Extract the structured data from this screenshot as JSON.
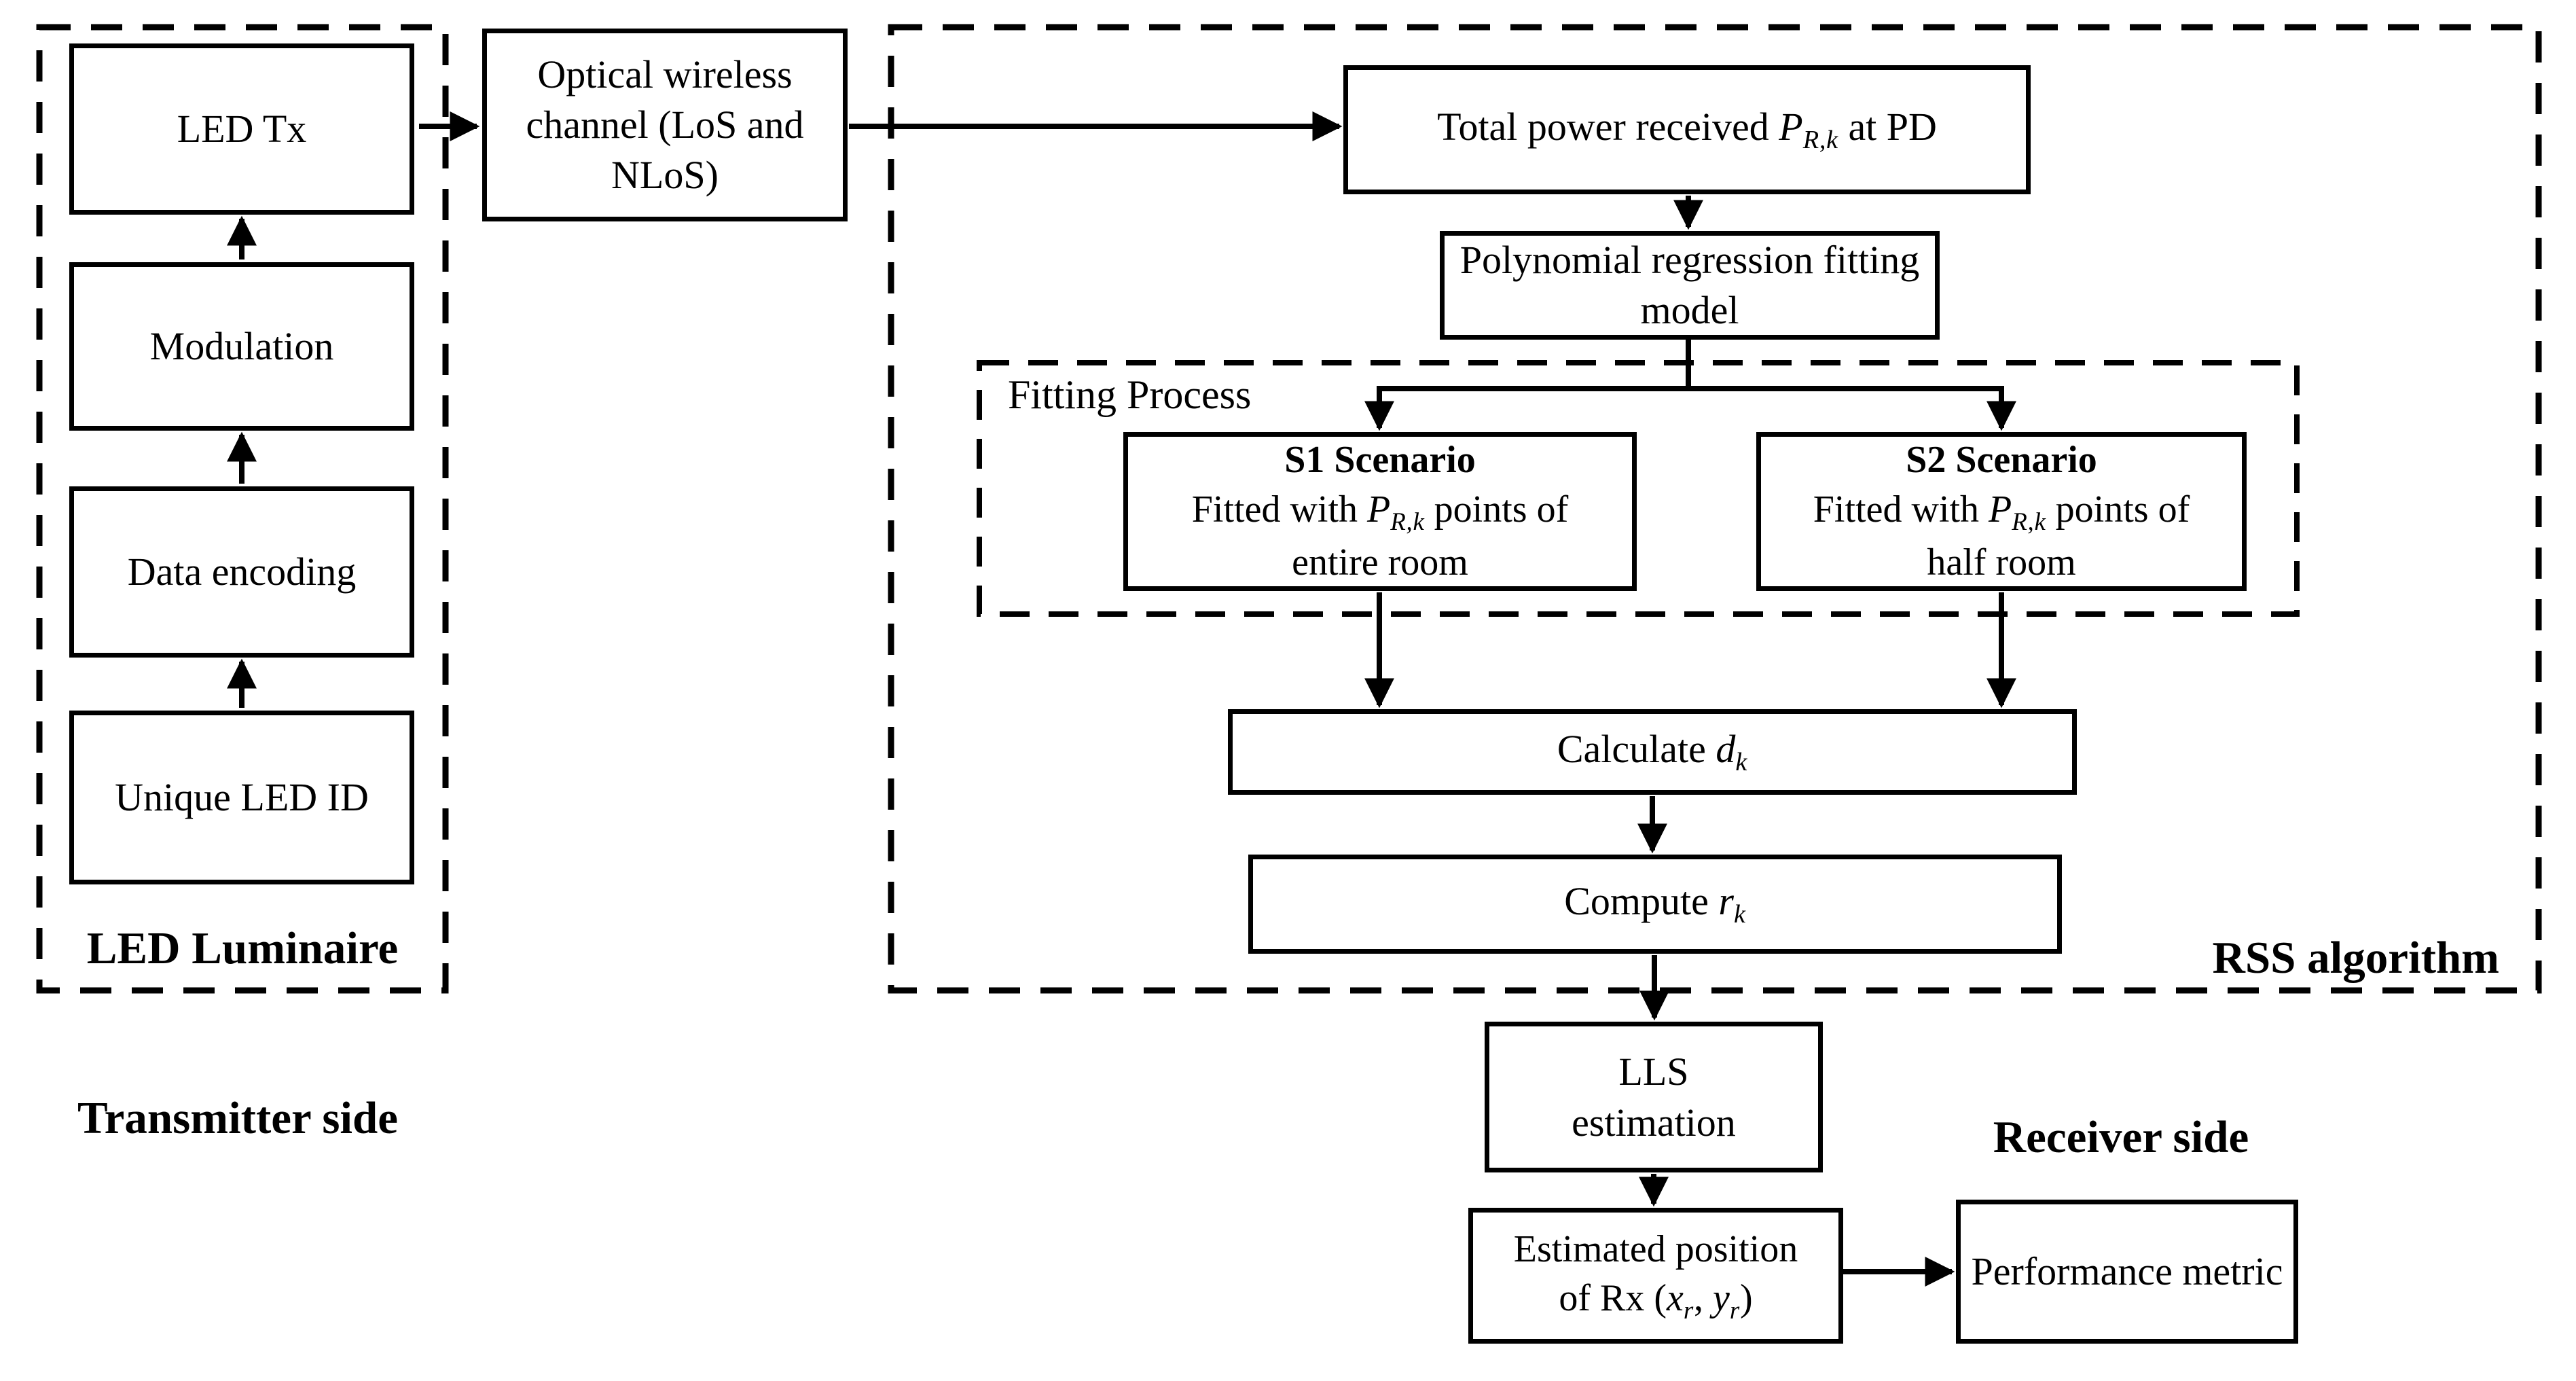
{
  "colors": {
    "ink": "#000000",
    "paper": "#ffffff"
  },
  "transmitter": {
    "group_label": "LED Luminaire",
    "side_label": "Transmitter side",
    "led_tx": "LED Tx",
    "modulation": "Modulation",
    "data_encoding": "Data encoding",
    "unique_led_id": "Unique LED ID"
  },
  "channel": {
    "label": "Optical wireless channel (LoS and NLoS)"
  },
  "rss": {
    "group_label": "RSS algorithm",
    "fitting_label": "Fitting Process",
    "total_power": {
      "pre": "Total power received ",
      "var": "P",
      "sub": "R,k",
      "post": " at PD"
    },
    "poly_label": "Polynomial regression fitting model",
    "s1": {
      "title": "S1 Scenario",
      "fit_pre": "Fitted with ",
      "var": "P",
      "sub": "R,k",
      "fit_post": " points of",
      "room": "entire room"
    },
    "s2": {
      "title": "S2 Scenario",
      "fit_pre": "Fitted with ",
      "var": "P",
      "sub": "R,k",
      "fit_post": " points of",
      "room": "half room"
    },
    "calculate": {
      "pre": "Calculate ",
      "var": "d",
      "sub": "k"
    },
    "compute": {
      "pre": "Compute ",
      "var": "r",
      "sub": "k"
    }
  },
  "receiver": {
    "side_label": "Receiver side",
    "lls_line1": "LLS",
    "lls_line2": "estimation",
    "estimated": {
      "line1": "Estimated position",
      "pre": "of Rx (",
      "var1": "x",
      "sub1": "r",
      "sep": ", ",
      "var2": "y",
      "sub2": "r",
      "post": ")"
    },
    "performance_label": "Performance metric"
  }
}
